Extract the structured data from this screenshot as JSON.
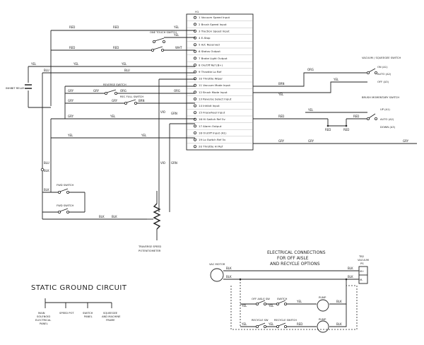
{
  "connector": {
    "ref": "H1",
    "pins": [
      "1 Vacuum Speed Input",
      "2 Brush Speed Input",
      "3 Traction Speed Input",
      "4 E-Stop",
      "5 A/C Reserved",
      "6 Status Output",
      "7 Brake Light Output",
      "8 On/Off Ref (B+)",
      "9 Throttle Lo Ref",
      "10 Throttle Wiper",
      "11 Vacuum Mode Input",
      "12 Brush Mode Input",
      "13 Reverse Select Input",
      "14 Inhibit Input",
      "15 Freewheel Input",
      "16 Hi Switch Ref 5v",
      "17 Alarm Output",
      "18 On/Off Input (A1)",
      "19 Lo Switch Ref 5v",
      "20 Throttle Hi Ref"
    ]
  },
  "wire_colors": {
    "red": "RED",
    "yellow": "YEL",
    "white": "WHT",
    "blue": "BLU",
    "gray": "GRY",
    "brown": "BRN",
    "orange": "ORG",
    "violet": "VIO",
    "green": "GRN",
    "black": "BLK"
  },
  "labels": {
    "inhibit_relay": "INHIBIT RELAY",
    "one_touch_switch": "ONE TOUCH SWITCH",
    "reverse_switch": "REVERSE SWITCH",
    "rec_full_switch": "REC FULL SWITCH",
    "fwd_switch": "FWD SWITCH",
    "traverse_pot": "TRAVERSE SPEED POTENTIOMETER",
    "vac_squeegee_switch": "VACUUM / SQUEEGEE SWITCH",
    "brush_momentary_switch": "BRUSH MOMENTARY SWITCH",
    "on_a1": "ON (A1)",
    "auto_a2": "AUTO (A2)",
    "off_a3": "OFF (A3)",
    "up_a1": "UP (A1)",
    "down_a3": "DOWN (A3)"
  },
  "static_ground": {
    "title": "STATIC GROUND CIRCUIT",
    "nodes": [
      "MAIN SOLENOID ELECTRICAL PANEL",
      "SPEED POT",
      "SWITCH PANEL",
      "SQUEEGEE AND MACHINE FRAME"
    ]
  },
  "options": {
    "title_lines": [
      "ELECTRICAL CONNECTIONS",
      "FOR OFF AISLE",
      "AND RECYCLE OPTIONS"
    ],
    "vac_motor": "VAC MOTOR",
    "terminal_block": "TB2 VACUUM PS",
    "terminals": [
      "M+",
      "M-"
    ],
    "off_aisle_switch": "OFF AISLE SW",
    "switch": "SWITCH",
    "recycle_sw": "RECYCLE SW",
    "recycle_switch": "RECYCLE SWITCH",
    "pump": "PUMP"
  }
}
